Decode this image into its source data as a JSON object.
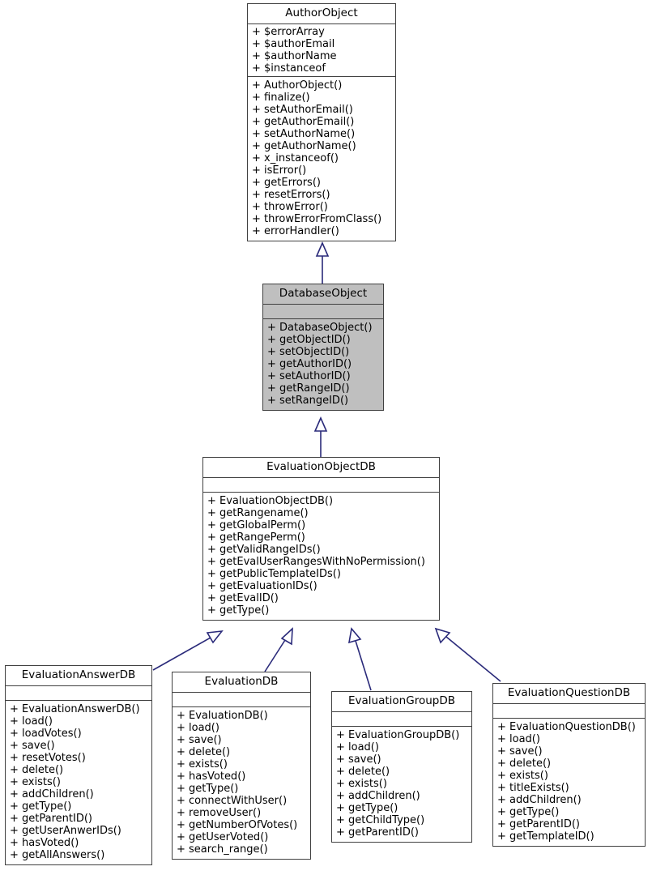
{
  "diagram": {
    "type": "uml-class-inheritance",
    "title": "",
    "edge_color": "#2a2a7a",
    "shaded_fill": "#bfbfbf",
    "border_color": "#404040",
    "arrow_style": "hollow-triangle-inheritance"
  },
  "classes": [
    {
      "id": "AuthorObject",
      "name": "AuthorObject",
      "shaded": false,
      "attributes": [
        "+ $errorArray",
        "+ $authorEmail",
        "+ $authorName",
        "+ $instanceof"
      ],
      "operations": [
        "+ AuthorObject()",
        "+ finalize()",
        "+ setAuthorEmail()",
        "+ getAuthorEmail()",
        "+ setAuthorName()",
        "+ getAuthorName()",
        "+ x_instanceof()",
        "+ isError()",
        "+ getErrors()",
        "+ resetErrors()",
        "+ throwError()",
        "+ throwErrorFromClass()",
        "+ errorHandler()"
      ]
    },
    {
      "id": "DatabaseObject",
      "name": "DatabaseObject",
      "shaded": true,
      "attributes": [],
      "operations": [
        "+ DatabaseObject()",
        "+ getObjectID()",
        "+ setObjectID()",
        "+ getAuthorID()",
        "+ setAuthorID()",
        "+ getRangeID()",
        "+ setRangeID()"
      ]
    },
    {
      "id": "EvaluationObjectDB",
      "name": "EvaluationObjectDB",
      "shaded": false,
      "attributes": [],
      "operations": [
        "+ EvaluationObjectDB()",
        "+ getRangename()",
        "+ getGlobalPerm()",
        "+ getRangePerm()",
        "+ getValidRangeIDs()",
        "+ getEvalUserRangesWithNoPermission()",
        "+ getPublicTemplateIDs()",
        "+ getEvaluationIDs()",
        "+ getEvalID()",
        "+ getType()"
      ]
    },
    {
      "id": "EvaluationAnswerDB",
      "name": "EvaluationAnswerDB",
      "shaded": false,
      "attributes": [],
      "operations": [
        "+ EvaluationAnswerDB()",
        "+ load()",
        "+ loadVotes()",
        "+ save()",
        "+ resetVotes()",
        "+ delete()",
        "+ exists()",
        "+ addChildren()",
        "+ getType()",
        "+ getParentID()",
        "+ getUserAnwerIDs()",
        "+ hasVoted()",
        "+ getAllAnswers()"
      ]
    },
    {
      "id": "EvaluationDB",
      "name": "EvaluationDB",
      "shaded": false,
      "attributes": [],
      "operations": [
        "+ EvaluationDB()",
        "+ load()",
        "+ save()",
        "+ delete()",
        "+ exists()",
        "+ hasVoted()",
        "+ getType()",
        "+ connectWithUser()",
        "+ removeUser()",
        "+ getNumberOfVotes()",
        "+ getUserVoted()",
        "+ search_range()"
      ]
    },
    {
      "id": "EvaluationGroupDB",
      "name": "EvaluationGroupDB",
      "shaded": false,
      "attributes": [],
      "operations": [
        "+ EvaluationGroupDB()",
        "+ load()",
        "+ save()",
        "+ delete()",
        "+ exists()",
        "+ addChildren()",
        "+ getType()",
        "+ getChildType()",
        "+ getParentID()"
      ]
    },
    {
      "id": "EvaluationQuestionDB",
      "name": "EvaluationQuestionDB",
      "shaded": false,
      "attributes": [],
      "operations": [
        "+ EvaluationQuestionDB()",
        "+ load()",
        "+ save()",
        "+ delete()",
        "+ exists()",
        "+ titleExists()",
        "+ addChildren()",
        "+ getType()",
        "+ getParentID()",
        "+ getTemplateID()"
      ]
    }
  ],
  "relations": [
    {
      "from": "DatabaseObject",
      "to": "AuthorObject",
      "kind": "inheritance"
    },
    {
      "from": "EvaluationObjectDB",
      "to": "DatabaseObject",
      "kind": "inheritance"
    },
    {
      "from": "EvaluationAnswerDB",
      "to": "EvaluationObjectDB",
      "kind": "inheritance"
    },
    {
      "from": "EvaluationDB",
      "to": "EvaluationObjectDB",
      "kind": "inheritance"
    },
    {
      "from": "EvaluationGroupDB",
      "to": "EvaluationObjectDB",
      "kind": "inheritance"
    },
    {
      "from": "EvaluationQuestionDB",
      "to": "EvaluationObjectDB",
      "kind": "inheritance"
    }
  ]
}
